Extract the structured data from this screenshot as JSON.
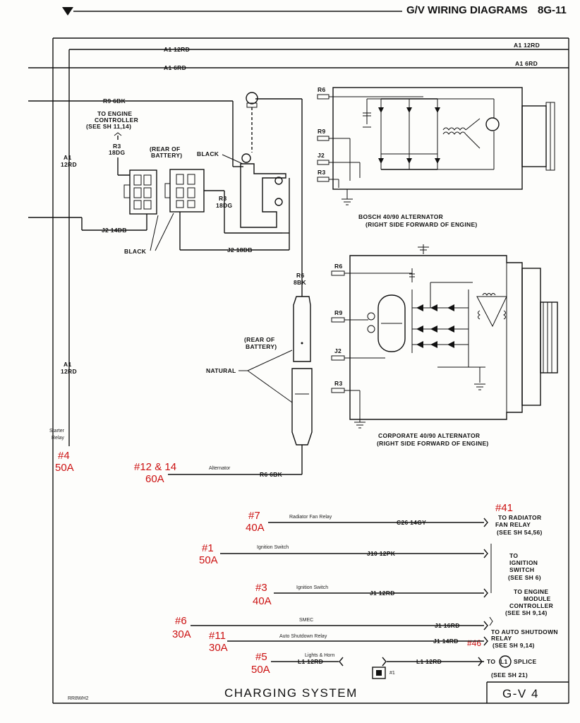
{
  "header": {
    "title": "G/V WIRING DIAGRAMS",
    "page": "8G-11"
  },
  "wires": {
    "a1_12rd": "A1  12RD",
    "a1_6rd": "A1  6RD",
    "a1": "A1",
    "r12rd": "12RD",
    "r9_6bk": "R9  6BK",
    "r3": "R3",
    "r18dg": "18DG",
    "r3_18dg": "R3",
    "j2_14db": "J2  14DB",
    "j2_18db": "J2  18DB",
    "r6": "R6",
    "r8bk": "8BK",
    "r6_6bk": "R6  6BK",
    "c26": "C26  14GY",
    "j10": "J10  12PK",
    "j1_12rd": "J1  12RD",
    "j1_16rd": "J1  16RD",
    "j1_14rd": "J1  14RD",
    "l1_12rd": "L1  12RD",
    "l1_12rd_b": "L1  12RD"
  },
  "labels": {
    "to_engine_controller": [
      "TO ENGINE",
      "CONTROLLER",
      "(SEE SH 11,14)"
    ],
    "rear_battery_1": [
      "(REAR OF",
      "BATTERY)"
    ],
    "black1": "BLACK",
    "black2": "BLACK",
    "rear_battery_2": [
      "(REAR OF",
      "BATTERY)"
    ],
    "natural": "NATURAL",
    "starter_relay": [
      "Starter",
      "Relay"
    ],
    "bosch": [
      "BOSCH 40/90 ALTERNATOR",
      "(RIGHT SIDE FORWARD OF ENGINE)"
    ],
    "corporate": [
      "CORPORATE 40/90 ALTERNATOR",
      "(RIGHT SIDE FORWARD OF ENGINE)"
    ],
    "term_r6": "R6",
    "term_r9": "R9",
    "term_j2": "J2",
    "term_r3": "R3",
    "term2_r6": "R6",
    "term2_r9": "R9",
    "term2_j2": "J2",
    "term2_r3": "R3",
    "alternator": "Alternator",
    "radiator_fan_relay": "Radiator Fan Relay",
    "ignition_switch_1": "Ignition Switch",
    "ignition_switch_2": "Ignition Switch",
    "smec": "SMEC",
    "auto_shutdown_relay": "Auto Shutdown Relay",
    "lights_horn": "Lights & Horn",
    "to_radiator": [
      "TO RADIATOR",
      "FAN RELAY",
      "(SEE SH 54,56)"
    ],
    "to_ignition": [
      "TO",
      "IGNITION",
      "SWITCH",
      "(SEE SH 6)"
    ],
    "to_engine_module": [
      "TO ENGINE",
      "MODULE",
      "CONTROLLER",
      "(SEE SH 9,14)"
    ],
    "to_auto_shutdown": [
      "TO AUTO SHUTDOWN",
      "RELAY",
      "(SEE SH 9,14)"
    ],
    "to_l1_splice_a": "TO",
    "l1_circle": "L1",
    "to_l1_splice_b": "SPLICE",
    "see_sh_21": "(SEE SH 21)",
    "ground_num": "#1",
    "footer_code": "RR8WH2",
    "footer_title": "CHARGING SYSTEM",
    "footer_page": "G-V  4"
  },
  "fuses": [
    {
      "num": "#4",
      "amp": "50A"
    },
    {
      "num": "#12 & 14",
      "amp": "60A"
    },
    {
      "num": "#7",
      "amp": "40A"
    },
    {
      "num": "#1",
      "amp": "50A"
    },
    {
      "num": "#3",
      "amp": "40A"
    },
    {
      "num": "#6",
      "amp": "30A"
    },
    {
      "num": "#11",
      "amp": "30A"
    },
    {
      "num": "#5",
      "amp": "50A"
    },
    {
      "num": "#41",
      "amp": ""
    },
    {
      "num": "#46",
      "amp": ""
    }
  ],
  "colors": {
    "annotation": "#cc1111",
    "ink": "#111111"
  }
}
